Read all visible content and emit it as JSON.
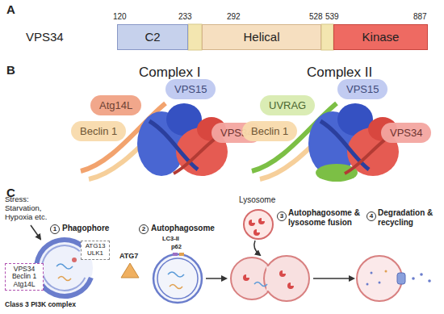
{
  "diagram": {
    "nodes": [
      {
        "text": [
          "C2"
        ]
      },
      {
        "text": [
          "Helical"
        ]
      },
      {
        "text": [
          "Kinase"
        ]
      },
      {
        "text": [
          "Atg14L"
        ]
      },
      {
        "text": [
          "Beclin 1"
        ]
      },
      {
        "text": [
          "VPS15"
        ]
      },
      {
        "text": [
          "VPS34"
        ]
      },
      {
        "text": [
          "UVRAG"
        ]
      },
      {
        "text": [
          "Beclin 1"
        ]
      },
      {
        "text": [
          "VPS15"
        ]
      },
      {
        "text": [
          "VPS34"
        ]
      },
      {
        "text": [
          "ATG13 ULK1"
        ]
      },
      {
        "text": [
          "VPS34 Beclin 1 Atg14L"
        ]
      }
    ],
    "labels": [
      "A",
      "120",
      "233",
      "292",
      "528",
      "539",
      "887",
      "VPS34",
      "B",
      "Complex I",
      "Complex II",
      "C",
      "Stress: Starvation, Hypoxia etc.",
      "1",
      "Phagophore",
      "Class 3 PI3K complex",
      "ATG7",
      "2",
      "Autophagosome",
      "LC3-II",
      "p62",
      "Lysosome",
      "3",
      "Autophagosome & lysosome fusion",
      "4",
      "Degradation & recycling"
    ]
  }
}
